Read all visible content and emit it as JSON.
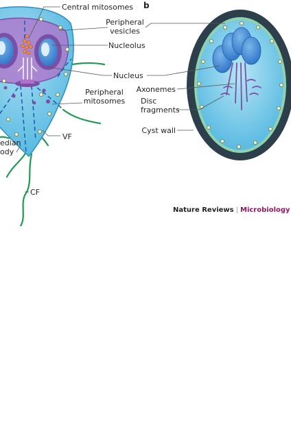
{
  "panel_b": {
    "letter": "b"
  },
  "labels_a": {
    "central_mitosomes": "Central mitosomes",
    "peripheral_vesicles_1": "Peripheral",
    "peripheral_vesicles_2": "vesicles",
    "nucleolus": "Nucleolus",
    "nucleus": "Nucleus",
    "peripheral_mitosomes_1": "Peripheral",
    "peripheral_mitosomes_2": "mitosomes",
    "vf": "VF",
    "median_body_1": "edian",
    "median_body_2": "ody",
    "cf": "CF"
  },
  "labels_b": {
    "axonemes": "Axonemes",
    "disc_fragments_1": "Disc",
    "disc_fragments_2": "fragments",
    "cyst_wall": "Cyst wall"
  },
  "credit": {
    "journal": "Nature Reviews",
    "separator": "|",
    "section": "Microbiology"
  },
  "colors": {
    "cytoplasm": "#52b7e0",
    "cytoplasm_light": "#a6dcf2",
    "disc_purple": "#7a4fa5",
    "disc_violet": "#b06fc9",
    "nucleus_blue": "#2f74c7",
    "flagella_green": "#1f9a52",
    "cyst_wall": "#2d3f4a",
    "cyst_inner_green": "#8fd2b0",
    "vesicle": "#eef5d6",
    "leader": "#555555",
    "accent_magenta": "#8c1d5a"
  }
}
